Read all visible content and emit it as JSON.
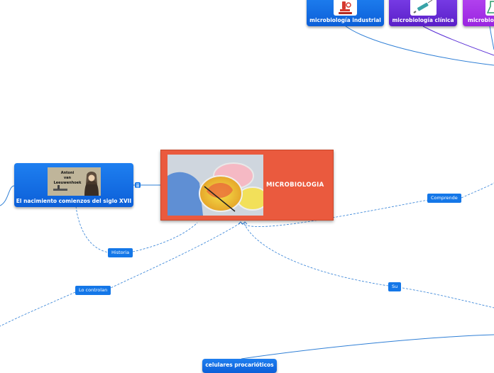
{
  "central": {
    "title": "MICROBIOLOGIA"
  },
  "nodes": {
    "industrial": "microbiología industrial",
    "clinica": "microbiología clínica",
    "third": "microbiol",
    "historia_topic": "El nacimiento comienzos del siglo XVII",
    "procariotas": "celulares procarióticos"
  },
  "portrait_text": [
    "Antoni",
    "van",
    "Leeuwenhoek"
  ],
  "labels": {
    "comprende": "Comprende",
    "historia": "Historia",
    "lo_controlan": "Lo controlan",
    "su": "Su"
  },
  "colors": {
    "central": "#ea5a3e",
    "topic": "#1477e8",
    "purple": "#6a2fe0",
    "violet": "#a835ea",
    "connector": "#2f7fd6"
  },
  "icons": [
    "microscope-icon",
    "syringe-icon",
    "flask-icon",
    "notes-icon"
  ]
}
